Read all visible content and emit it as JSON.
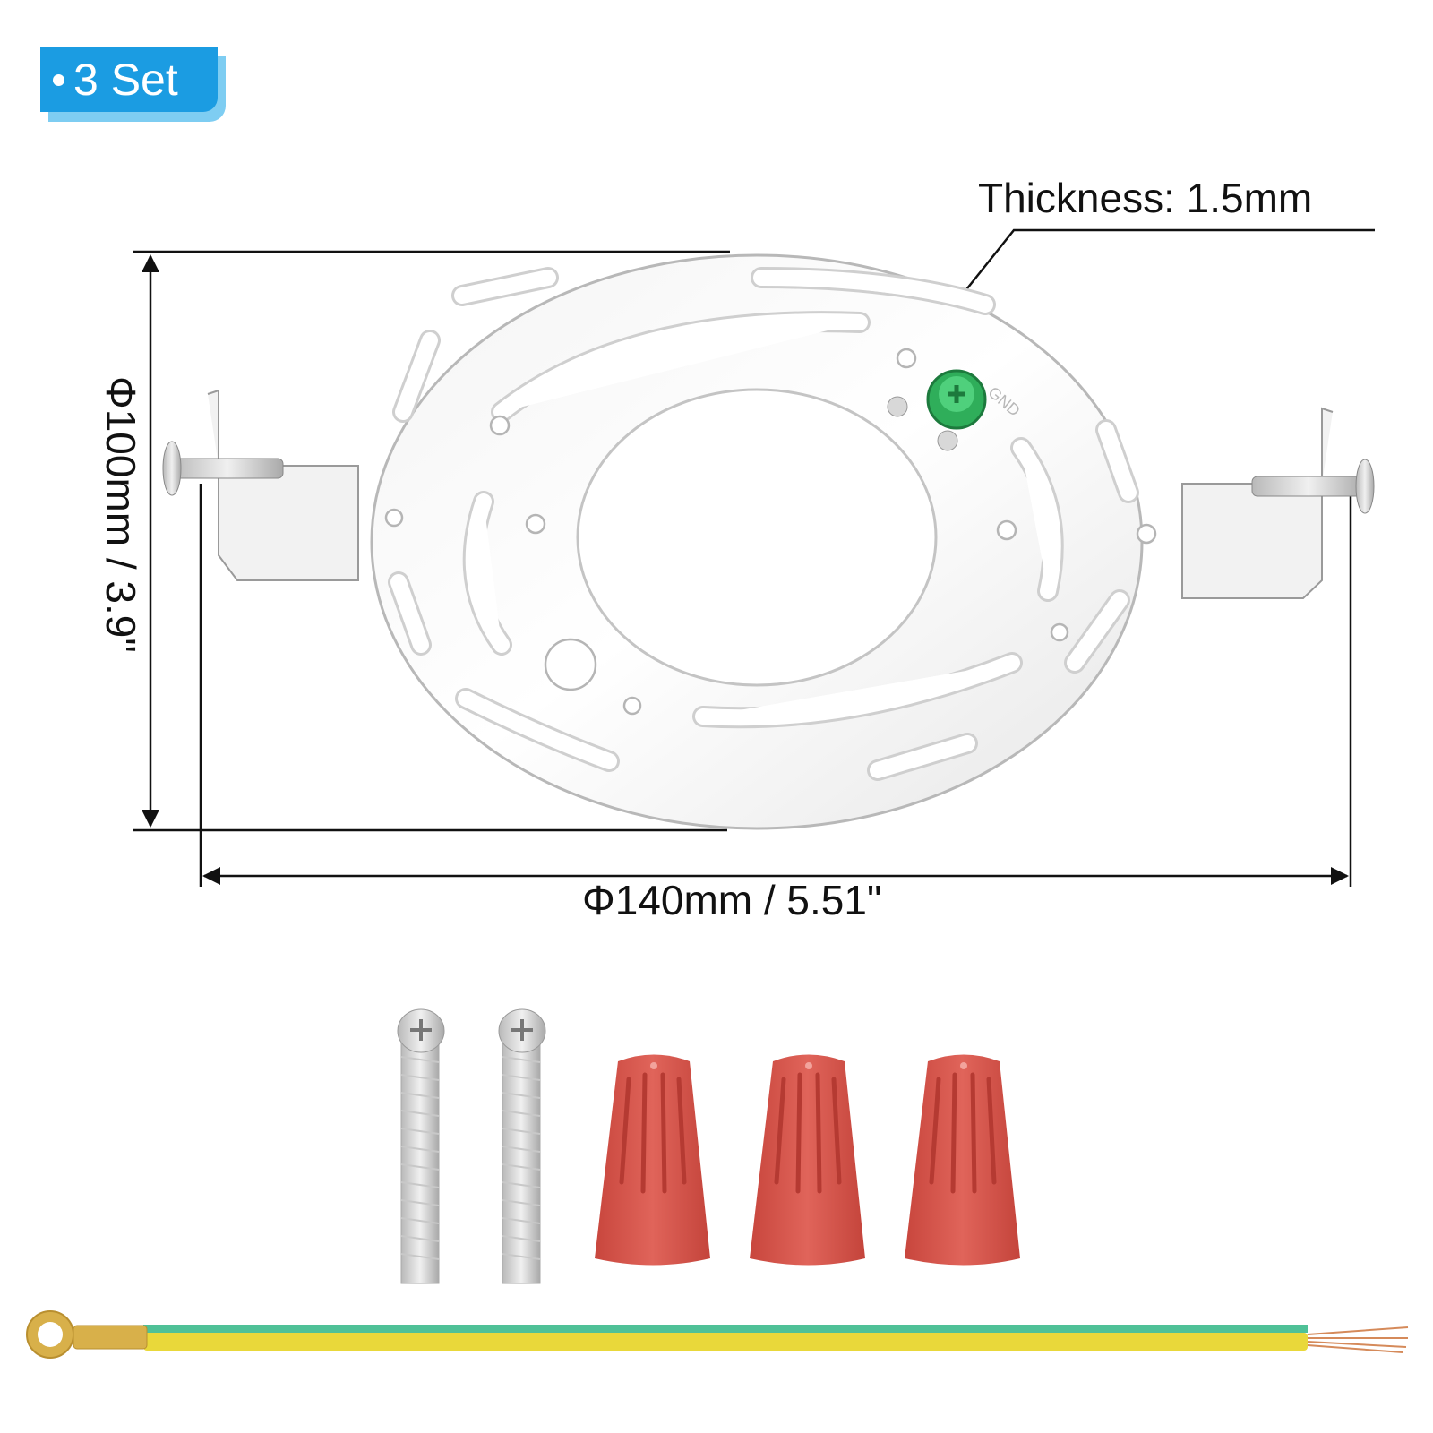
{
  "badge": {
    "text": "3 Set",
    "color": "#1b9ce2",
    "shadow_color": "#7ecdf2"
  },
  "annotations": {
    "thickness": "Thickness: 1.5mm",
    "height": "Φ100mm / 3.9\"",
    "width": "Φ140mm / 5.51\""
  },
  "parts": {
    "mounting_plate": {
      "name": "ring mounting plate with brackets",
      "ground_screw_label": "GND",
      "ground_screw_color": "#2fae5a"
    },
    "machine_screws": {
      "count": 2
    },
    "wire_nuts": {
      "count": 3,
      "color": "#d9544a"
    },
    "ground_wire": {
      "stripe_green": "#4fc197",
      "stripe_yellow": "#e9d83a",
      "terminal_color": "#d8b04a"
    }
  }
}
